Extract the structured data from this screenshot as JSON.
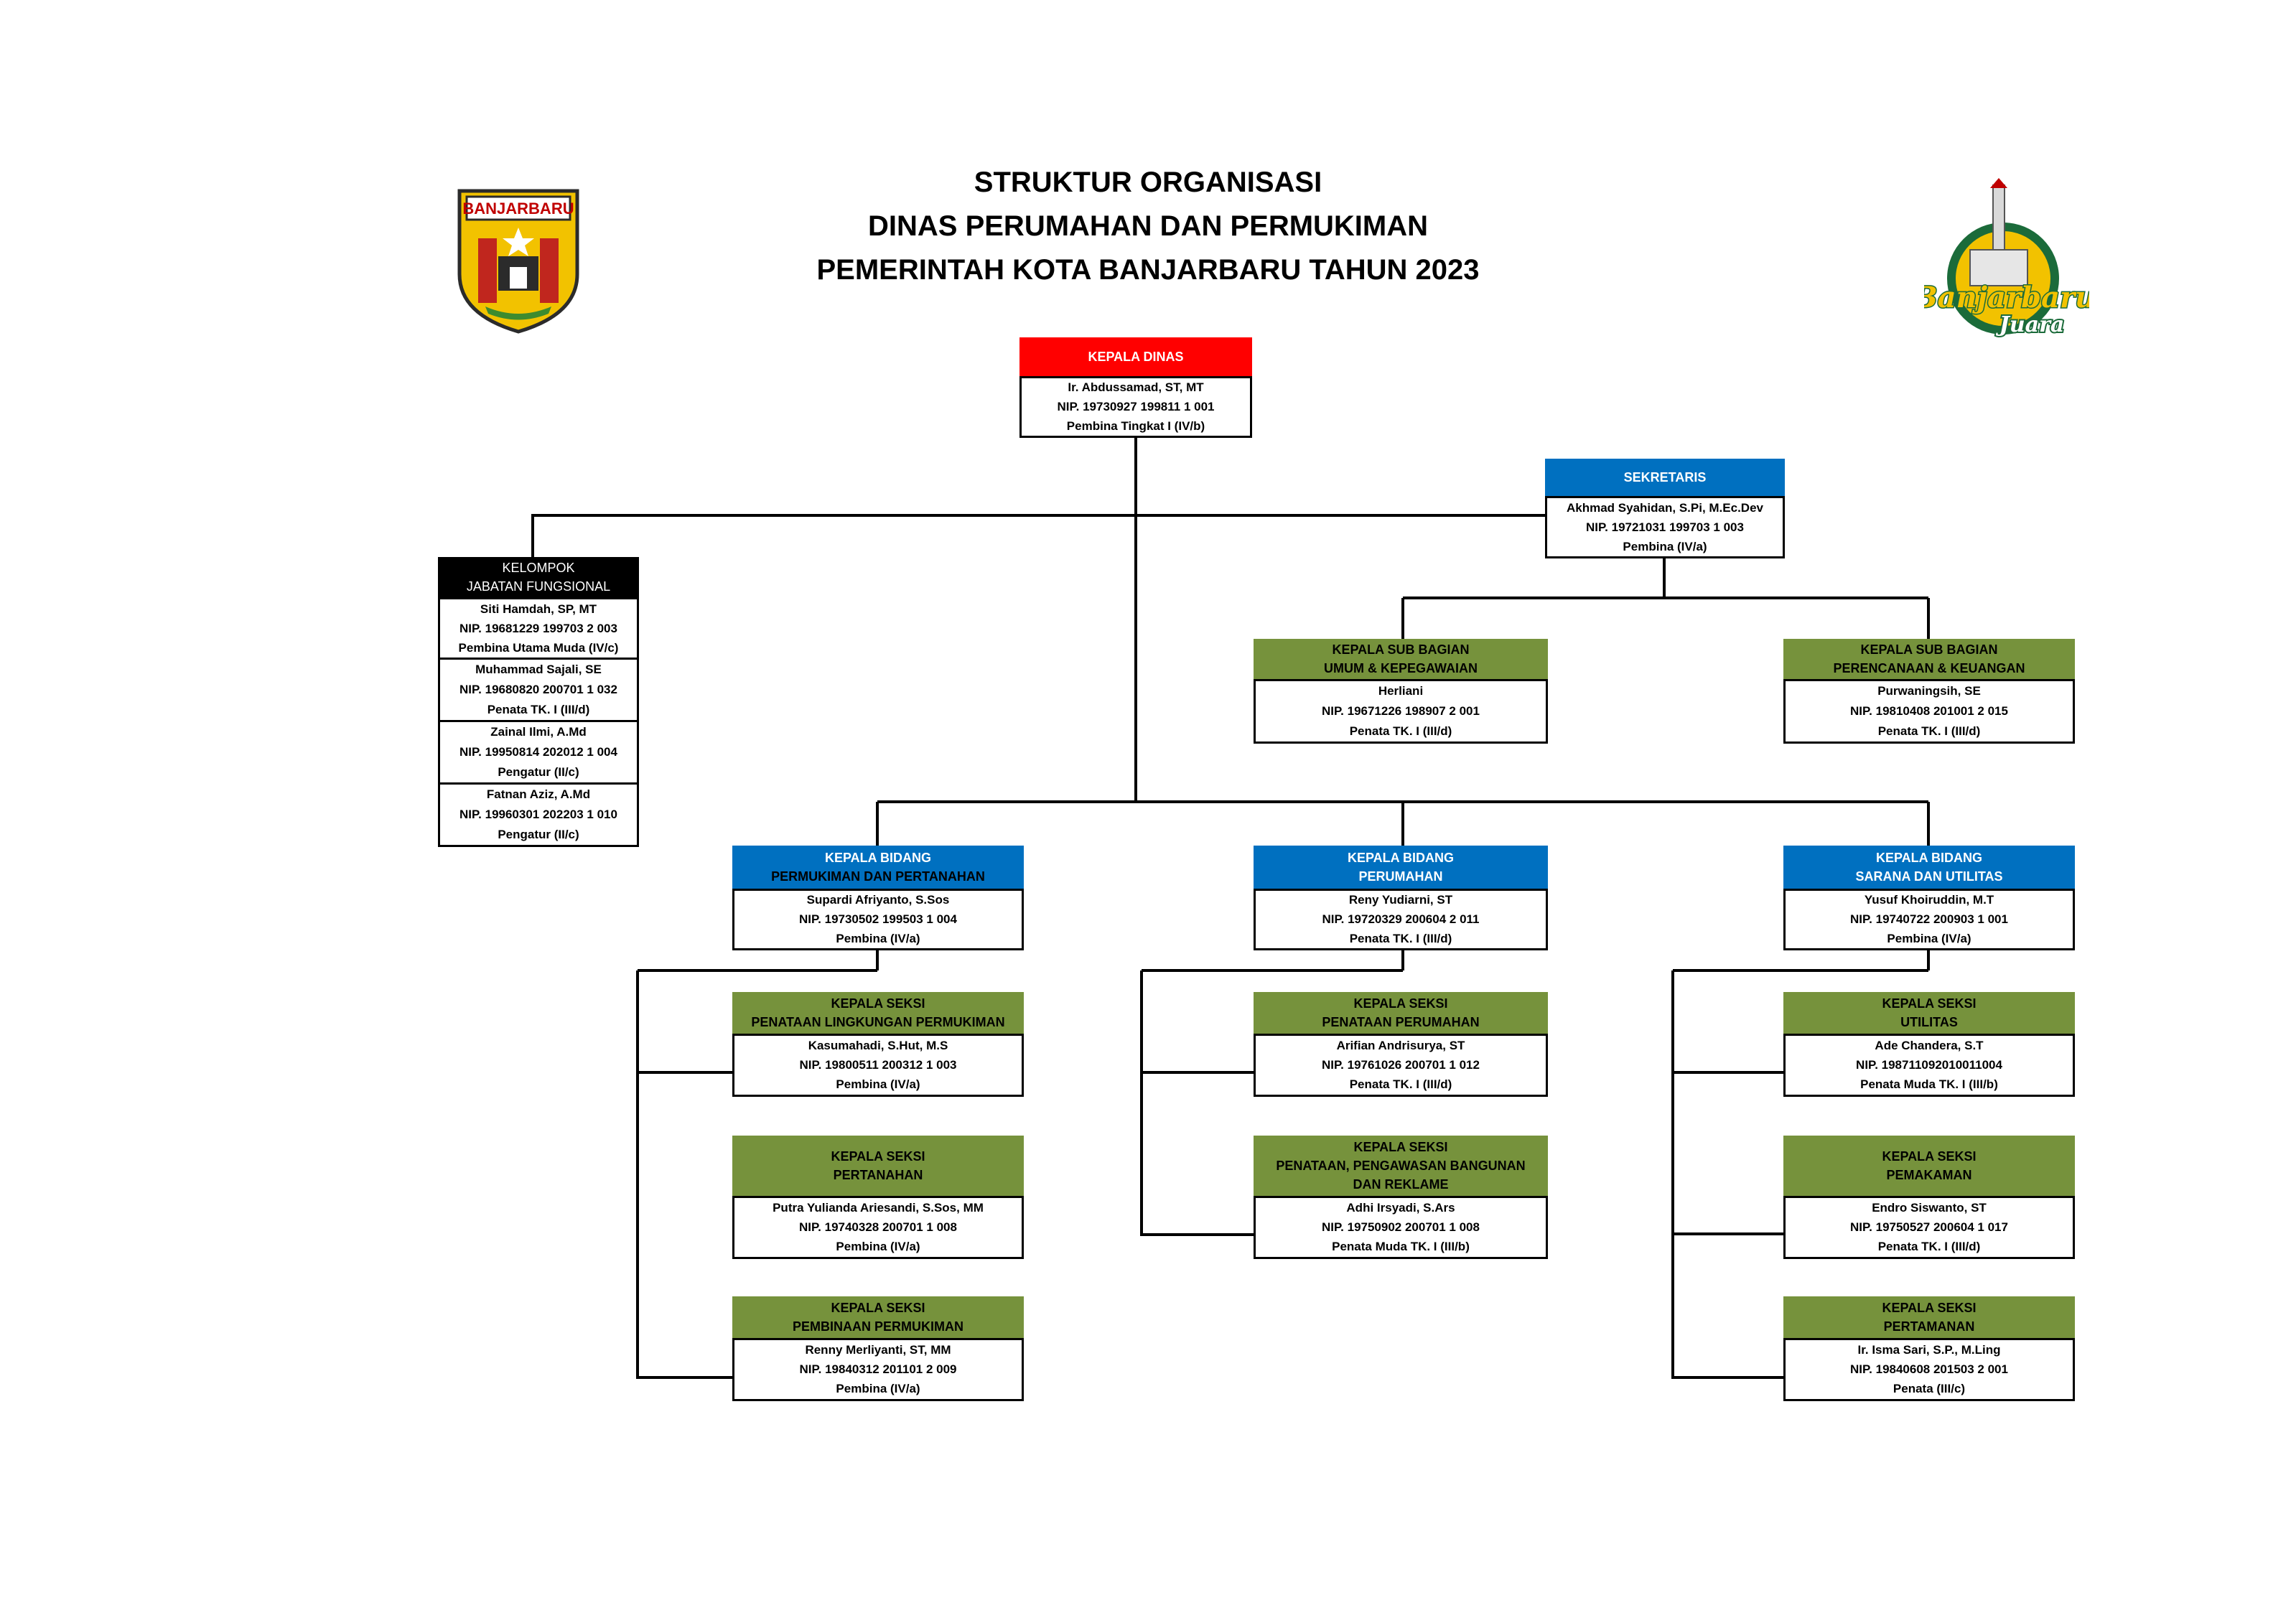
{
  "title": {
    "line1": "STRUKTUR ORGANISASI",
    "line2": "DINAS PERUMAHAN DAN PERMUKIMAN",
    "line3": "PEMERINTAH KOTA BANJARBARU TAHUN 2023"
  },
  "logos": {
    "left_text": "BANJARBARU",
    "right_text": "Banjarbaru",
    "right_subtext": "Juara"
  },
  "colors": {
    "head": "#ff0000",
    "bidang": "#0070c0",
    "seksi": "#76923c",
    "fungsional": "#000000"
  },
  "kepala_dinas": {
    "title": "KEPALA DINAS",
    "name": "Ir. Abdussamad, ST, MT",
    "nip": "NIP. 19730927 199811 1 001",
    "rank": "Pembina Tingkat I (IV/b)"
  },
  "sekretaris": {
    "title": "SEKRETARIS",
    "name": "Akhmad Syahidan, S.Pi, M.Ec.Dev",
    "nip": "NIP. 19721031 199703 1 003",
    "rank": "Pembina (IV/a)"
  },
  "fungsional": {
    "title1": "KELOMPOK",
    "title2": "JABATAN FUNGSIONAL",
    "members": [
      {
        "name": "Siti Hamdah, SP, MT",
        "nip": "NIP. 19681229 199703 2 003",
        "rank": "Pembina Utama Muda (IV/c)"
      },
      {
        "name": "Muhammad Sajali, SE",
        "nip": "NIP. 19680820 200701 1 032",
        "rank": "Penata TK. I (III/d)"
      },
      {
        "name": "Zainal Ilmi, A.Md",
        "nip": "NIP. 19950814 202012 1 004",
        "rank": "Pengatur (II/c)"
      },
      {
        "name": "Fatnan Aziz, A.Md",
        "nip": "NIP. 19960301 202203 1 010",
        "rank": "Pengatur (II/c)"
      }
    ]
  },
  "subbag_umum": {
    "title1": "KEPALA SUB BAGIAN",
    "title2": "UMUM & KEPEGAWAIAN",
    "name": "Herliani",
    "nip": "NIP. 19671226 198907 2 001",
    "rank": "Penata TK. I (III/d)"
  },
  "subbag_perencanaan": {
    "title1": "KEPALA SUB BAGIAN",
    "title2": "PERENCANAAN & KEUANGAN",
    "name": "Purwaningsih, SE",
    "nip": "NIP. 19810408 201001 2 015",
    "rank": "Penata TK. I (III/d)"
  },
  "bidang_permukiman": {
    "title1": "KEPALA BIDANG",
    "title2": "PERMUKIMAN DAN PERTANAHAN",
    "name": "Supardi Afriyanto, S.Sos",
    "nip": "NIP. 19730502 199503 1 004",
    "rank": "Pembina (IV/a)"
  },
  "bidang_perumahan": {
    "title1": "KEPALA BIDANG",
    "title2": "PERUMAHAN",
    "name": "Reny Yudiarni, ST",
    "nip": "NIP. 19720329 200604 2 011",
    "rank": "Penata TK. I (III/d)"
  },
  "bidang_sarana": {
    "title1": "KEPALA BIDANG",
    "title2": "SARANA DAN UTILITAS",
    "name": "Yusuf Khoiruddin, M.T",
    "nip": "NIP. 19740722 200903 1 001",
    "rank": "Pembina (IV/a)"
  },
  "seksi_lingkungan": {
    "title1": "KEPALA SEKSI",
    "title2": "PENATAAN LINGKUNGAN PERMUKIMAN",
    "name": "Kasumahadi, S.Hut, M.S",
    "nip": "NIP. 19800511 200312 1 003",
    "rank": "Pembina (IV/a)"
  },
  "seksi_pertanahan": {
    "title1": "KEPALA SEKSI",
    "title2": "PERTANAHAN",
    "name": "Putra Yulianda Ariesandi, S.Sos, MM",
    "nip": "NIP. 19740328 200701 1 008",
    "rank": "Pembina (IV/a)"
  },
  "seksi_pembinaan": {
    "title1": "KEPALA SEKSI",
    "title2": "PEMBINAAN PERMUKIMAN",
    "name": "Renny Merliyanti, ST, MM",
    "nip": "NIP. 19840312 201101 2 009",
    "rank": "Pembina (IV/a)"
  },
  "seksi_perumahan": {
    "title1": "KEPALA SEKSI",
    "title2": "PENATAAN PERUMAHAN",
    "name": "Arifian Andrisurya, ST",
    "nip": "NIP. 19761026 200701 1 012",
    "rank": "Penata TK. I (III/d)"
  },
  "seksi_bangunan": {
    "title1": "KEPALA SEKSI",
    "title2": "PENATAAN, PENGAWASAN BANGUNAN",
    "title3": "DAN REKLAME",
    "name": "Adhi Irsyadi, S.Ars",
    "nip": "NIP. 19750902 200701 1 008",
    "rank": "Penata Muda TK. I  (III/b)"
  },
  "seksi_utilitas": {
    "title1": "KEPALA SEKSI",
    "title2": "UTILITAS",
    "name": "Ade Chandera, S.T",
    "nip": "NIP. 198711092010011004",
    "rank": "Penata Muda TK. I  (III/b)"
  },
  "seksi_pemakaman": {
    "title1": "KEPALA SEKSI",
    "title2": "PEMAKAMAN",
    "name": "Endro Siswanto, ST",
    "nip": "NIP. 19750527 200604 1 017",
    "rank": "Penata  TK. I (III/d)"
  },
  "seksi_pertamanan": {
    "title1": "KEPALA SEKSI",
    "title2": "PERTAMANAN",
    "name": "Ir. Isma Sari, S.P., M.Ling",
    "nip": "NIP. 19840608 201503 2 001",
    "rank": "Penata (III/c)"
  }
}
